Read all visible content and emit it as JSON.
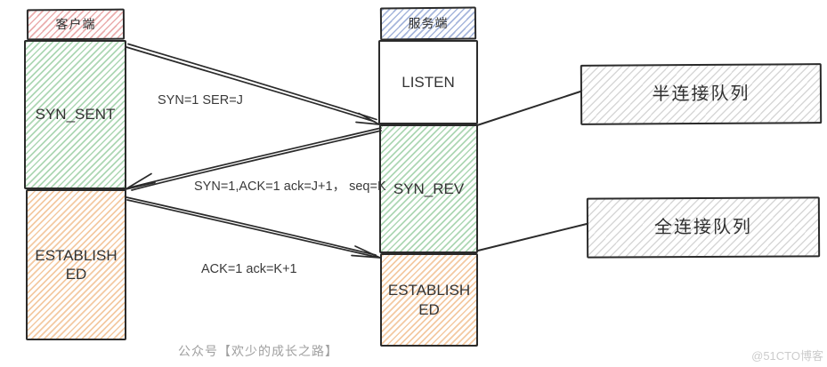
{
  "client": {
    "title": "客户端",
    "states": [
      {
        "label": "SYN_SENT"
      },
      {
        "label": "ESTABLISHED"
      }
    ]
  },
  "server": {
    "title": "服务端",
    "states": [
      {
        "label": "LISTEN"
      },
      {
        "label": "SYN_REV"
      },
      {
        "label": "ESTABLISHED"
      }
    ]
  },
  "messages": [
    {
      "label": "SYN=1 SER=J"
    },
    {
      "label": "SYN=1,ACK=1 ack=J+1， seq=K"
    },
    {
      "label": "ACK=1 ack=K+1"
    }
  ],
  "queues": [
    {
      "label": "半连接队列"
    },
    {
      "label": "全连接队列"
    }
  ],
  "footer": {
    "caption": "公众号【欢少的成长之路】",
    "watermark": "@51CTO博客"
  },
  "colors": {
    "client_header_hatch": "#d96a6a",
    "server_header_hatch": "#6a85c4",
    "state_green_hatch": "#5caf6a",
    "state_orange_hatch": "#e89446",
    "queue_gray_hatch": "#969696",
    "ink": "#2b2b2b"
  }
}
